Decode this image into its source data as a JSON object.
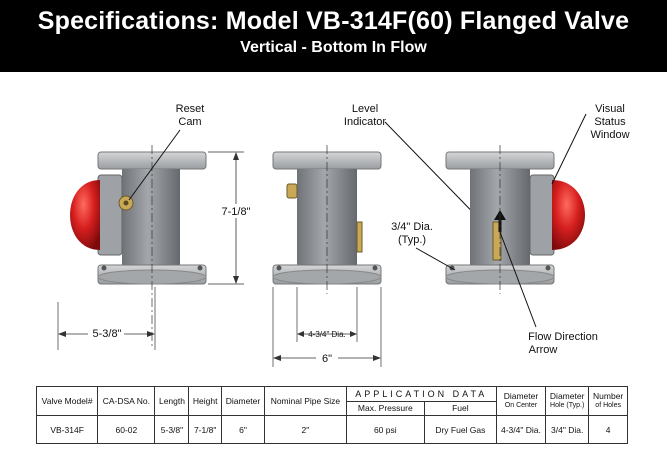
{
  "header": {
    "title": "Specifications: Model VB-314F(60) Flanged Valve",
    "subtitle": "Vertical - Bottom In Flow"
  },
  "callouts": {
    "reset_cam_line1": "Reset",
    "reset_cam_line2": "Cam",
    "level_indicator_line1": "Level",
    "level_indicator_line2": "Indicator",
    "visual_window_line1": "Visual",
    "visual_window_line2": "Status",
    "visual_window_line3": "Window",
    "hole_dia_line1": "3/4\" Dia.",
    "hole_dia_line2": "(Typ.)",
    "flow_arrow_line1": "Flow Direction",
    "flow_arrow_line2": "Arrow"
  },
  "dimensions": {
    "height": "7-1/8\"",
    "length": "5-3/8\"",
    "inner_diameter": "4-3/4\" Dia.",
    "outer_diameter": "6\""
  },
  "table": {
    "headers": {
      "model": "Valve Model#",
      "cadsa": "CA-DSA No.",
      "length": "Length",
      "height": "Height",
      "diameter": "Diameter",
      "pipe_size": "Nominal Pipe Size",
      "app_data": "APPLICATION DATA",
      "max_pressure": "Max. Pressure",
      "fuel": "Fuel",
      "diameter_oc": "Diameter",
      "diameter_oc_sub": "On Center",
      "diameter_hole": "Diameter",
      "diameter_hole_sub": "Hole (Typ.)",
      "holes": "Number",
      "holes_sub": "of Holes"
    },
    "row": {
      "model": "VB-314F",
      "cadsa": "60-02",
      "length": "5-3/8\"",
      "height": "7-1/8\"",
      "diameter": "6\"",
      "pipe_size": "2\"",
      "max_pressure": "60 psi",
      "fuel": "Dry Fuel Gas",
      "diameter_oc": "4-3/4\" Dia.",
      "diameter_hole": "3/4\" Dia.",
      "holes": "4"
    }
  },
  "colors": {
    "banner": "#000000",
    "valve_body": "#8e9296",
    "flange": "#b9bcbf",
    "status_window": "#d21c1c"
  }
}
